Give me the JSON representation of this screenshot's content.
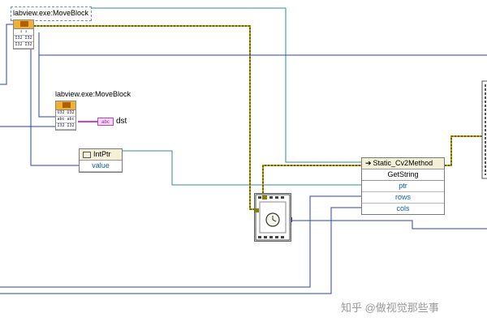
{
  "diagram": {
    "move_block_1_label": "labview.exe:MoveBlock",
    "move_block_2_label": "labview.exe:MoveBlock",
    "dst_label": "dst",
    "intptr_label": "IntPtr",
    "intptr_value": "value",
    "invoke_class": "Static_Cv2Method",
    "invoke_method": "GetString",
    "invoke_params": [
      "ptr",
      "rows",
      "cols"
    ],
    "string_constant": "abc"
  },
  "watermark": "知乎 @做视觉那些事",
  "colors": {
    "refnum_wire": "#2f8f8f",
    "numeric_wire": "#2a3fc8",
    "error_wire": "#b8a000",
    "string_wire": "#d040d0"
  }
}
